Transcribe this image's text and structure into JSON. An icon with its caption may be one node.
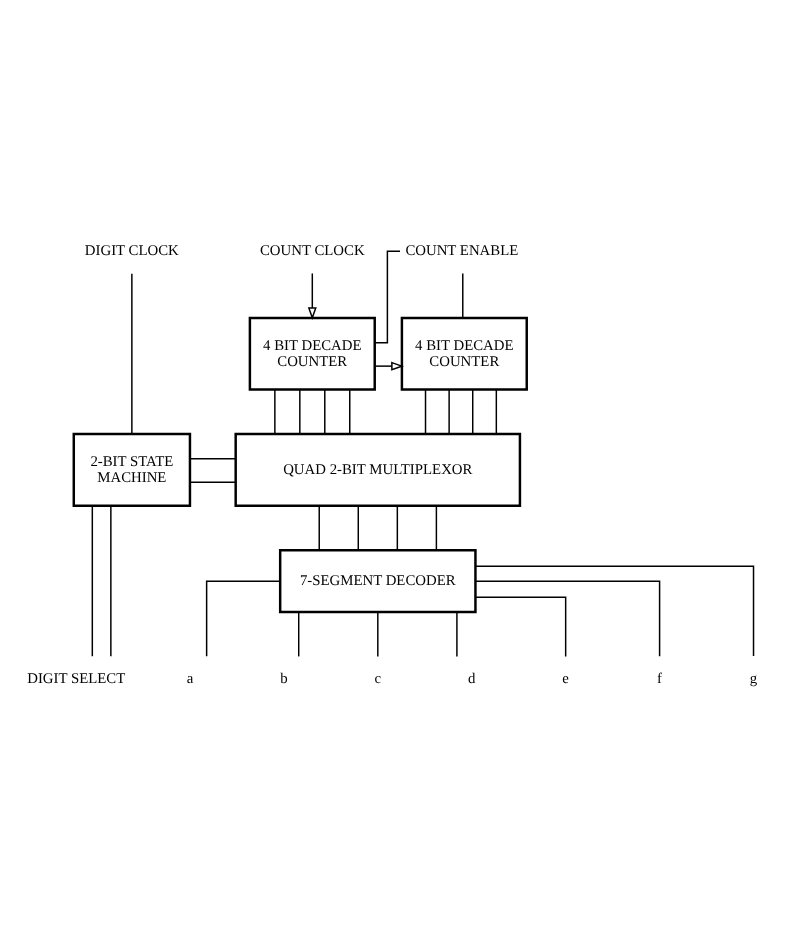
{
  "diagram": {
    "nodes": [
      {
        "text": [
          "DIGIT CLOCK"
        ]
      },
      {
        "text": [
          "COUNT CLOCK"
        ]
      },
      {
        "text": [
          "COUNT ENABLE"
        ]
      },
      {
        "text": [
          "4 BIT DECADE COUNTER"
        ]
      },
      {
        "text": [
          "4 BIT DECADE COUNTER"
        ]
      },
      {
        "text": [
          "2-BIT STATE MACHINE"
        ]
      },
      {
        "text": [
          "QUAD 2-BIT MULTIPLEXOR"
        ]
      },
      {
        "text": [
          "7-SEGMENT DECODER"
        ]
      },
      {
        "text": [
          "DIGIT SELECT"
        ]
      },
      {
        "text": [
          "a"
        ]
      },
      {
        "text": [
          "b"
        ]
      },
      {
        "text": [
          "c"
        ]
      },
      {
        "text": [
          "d"
        ]
      },
      {
        "text": [
          "e"
        ]
      },
      {
        "text": [
          "f"
        ]
      },
      {
        "text": [
          "g"
        ]
      }
    ],
    "edges": [
      {
        "from": 0,
        "to": 5,
        "arrow": "none"
      },
      {
        "from": 1,
        "to": 3,
        "arrow": "to"
      },
      {
        "from": 2,
        "to": 3,
        "arrow": "none"
      },
      {
        "from": 2,
        "to": 4,
        "arrow": "none"
      },
      {
        "from": 3,
        "to": 4,
        "arrow": "to"
      },
      {
        "from": 3,
        "to": 6,
        "arrow": "none"
      },
      {
        "from": 3,
        "to": 6,
        "arrow": "none"
      },
      {
        "from": 3,
        "to": 6,
        "arrow": "none"
      },
      {
        "from": 3,
        "to": 6,
        "arrow": "none"
      },
      {
        "from": 4,
        "to": 6,
        "arrow": "none"
      },
      {
        "from": 4,
        "to": 6,
        "arrow": "none"
      },
      {
        "from": 4,
        "to": 6,
        "arrow": "none"
      },
      {
        "from": 4,
        "to": 6,
        "arrow": "none"
      },
      {
        "from": 5,
        "to": 6,
        "arrow": "none"
      },
      {
        "from": 5,
        "to": 6,
        "arrow": "none"
      },
      {
        "from": 6,
        "to": 7,
        "arrow": "none"
      },
      {
        "from": 6,
        "to": 7,
        "arrow": "none"
      },
      {
        "from": 6,
        "to": 7,
        "arrow": "none"
      },
      {
        "from": 6,
        "to": 7,
        "arrow": "none"
      },
      {
        "from": 5,
        "to": 8,
        "arrow": "none"
      },
      {
        "from": 5,
        "to": 8,
        "arrow": "none"
      },
      {
        "from": 7,
        "to": 9,
        "arrow": "none"
      },
      {
        "from": 7,
        "to": 10,
        "arrow": "none"
      },
      {
        "from": 7,
        "to": 11,
        "arrow": "none"
      },
      {
        "from": 7,
        "to": 12,
        "arrow": "none"
      },
      {
        "from": 7,
        "to": 13,
        "arrow": "none"
      },
      {
        "from": 7,
        "to": 14,
        "arrow": "none"
      },
      {
        "from": 7,
        "to": 15,
        "arrow": "none"
      }
    ]
  }
}
